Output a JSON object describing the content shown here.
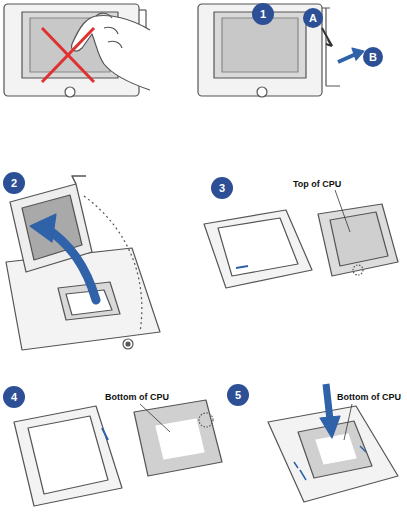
{
  "diagram": {
    "nodes": [
      {
        "text": [
          "1"
        ]
      },
      {
        "text": [
          "A"
        ]
      },
      {
        "text": [
          "B"
        ]
      },
      {
        "text": [
          "2"
        ]
      },
      {
        "text": [
          "3"
        ]
      },
      {
        "text": [
          "4"
        ]
      },
      {
        "text": [
          "5"
        ]
      }
    ],
    "labels": [
      "Top of CPU",
      "Bottom of CPU",
      "Bottom of CPU"
    ]
  }
}
